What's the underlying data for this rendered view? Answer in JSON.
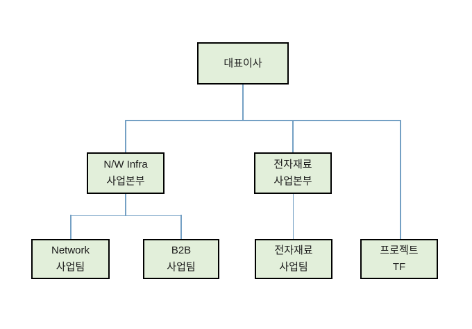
{
  "diagram": {
    "type": "org-chart",
    "title": "",
    "nodes": {
      "ceo": {
        "label": "대표이사",
        "level": 1
      },
      "nw_infra_division": {
        "label": "N/W Infra\n사업본부",
        "level": 2
      },
      "electronic_materials_division": {
        "label": "전자재료\n사업본부",
        "level": 2
      },
      "network_team": {
        "label": "Network\n사업팀",
        "level": 3
      },
      "b2b_team": {
        "label": "B2B\n사업팀",
        "level": 3
      },
      "electronic_materials_team": {
        "label": "전자재료\n사업팀",
        "level": 3
      },
      "project_tf": {
        "label": "프로젝트\nTF",
        "level": 3
      }
    },
    "edges": [
      {
        "from": "ceo",
        "to": "nw_infra_division"
      },
      {
        "from": "ceo",
        "to": "electronic_materials_division"
      },
      {
        "from": "ceo",
        "to": "project_tf"
      },
      {
        "from": "nw_infra_division",
        "to": "network_team"
      },
      {
        "from": "nw_infra_division",
        "to": "b2b_team"
      },
      {
        "from": "electronic_materials_division",
        "to": "electronic_materials_team"
      }
    ],
    "colors": {
      "node_fill": "#e2efda",
      "node_border": "#000000",
      "connector": "#74a0c4",
      "background": "#ffffff"
    }
  }
}
